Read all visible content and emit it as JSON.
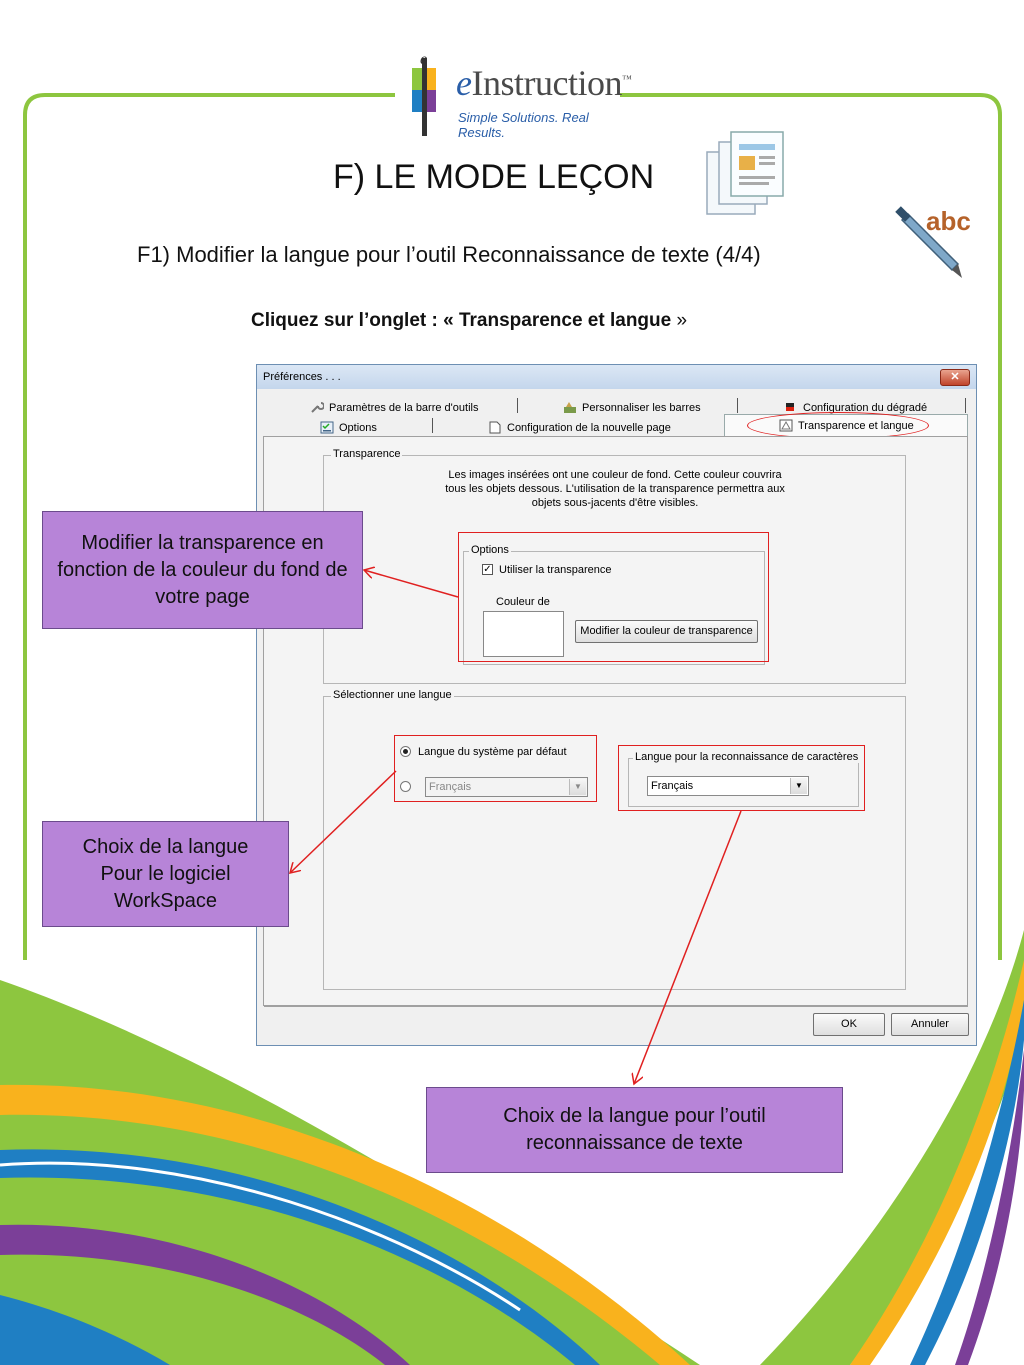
{
  "logo": {
    "brand_first": "e",
    "brand_rest": "Instruction",
    "tm": "™",
    "tagline": "Simple Solutions. Real Results."
  },
  "slide": {
    "title": "F) LE MODE LEÇON",
    "subtitle": "F1) Modifier la langue pour l’outil Reconnaissance de texte (4/4)",
    "instruction_bold": "Cliquez sur l’onglet : « Transparence et langue",
    "instruction_tail": " »"
  },
  "dialog": {
    "title": "Préférences . . .",
    "close_label": "✕",
    "tabs_row1": [
      {
        "label": "Paramètres de la barre d'outils",
        "icon": "wrench-icon"
      },
      {
        "label": "Personnaliser les barres",
        "icon": "tools-icon"
      },
      {
        "label": "Configuration du dégradé",
        "icon": "gradient-icon"
      }
    ],
    "tabs_row2": [
      {
        "label": "Options",
        "icon": "options-icon"
      },
      {
        "label": "Configuration de la nouvelle page",
        "icon": "page-icon"
      },
      {
        "label": "Transparence et langue",
        "icon": "transparency-icon",
        "active": true
      }
    ],
    "transparency_group": {
      "label": "Transparence",
      "description_lines": [
        "Les images insérées ont une couleur de fond. Cette couleur couvrira",
        "tous les objets dessous. L'utilisation de la transparence permettra aux",
        "objets sous-jacents d'être visibles."
      ],
      "options_label": "Options",
      "checkbox_label": "Utiliser la transparence",
      "checkbox_checked": true,
      "color_label": "Couleur de",
      "modify_button": "Modifier la couleur de transparence"
    },
    "language_group": {
      "label": "Sélectionner une langue",
      "radio_default_label": "Langue du système par défaut",
      "radio_default_selected": true,
      "disabled_combo_value": "Français",
      "ocr_group_label": "Langue pour la reconnaissance de caractères",
      "ocr_combo_value": "Français"
    },
    "ok_label": "OK",
    "cancel_label": "Annuler"
  },
  "callouts": {
    "transparency": "Modifier la transparence en fonction de la couleur du fond de votre page",
    "software_language": "Choix de la langue Pour le logiciel WorkSpace",
    "ocr_language": "Choix de la langue pour l’outil reconnaissance de texte"
  },
  "colors": {
    "green": "#8dc63f",
    "yellow": "#f9b21d",
    "blue": "#1f7fc3",
    "purple": "#7b3f98",
    "callout": "#b784d8",
    "highlight_red": "#e02020"
  }
}
